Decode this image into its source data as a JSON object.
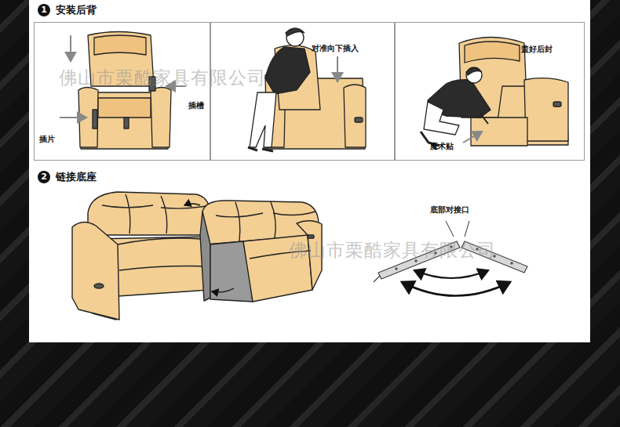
{
  "diagram": {
    "nodes": [
      {
        "text": [
          "插槽",
          "插片"
        ]
      },
      {
        "text": [
          "对准向下插入"
        ]
      },
      {
        "text": [
          "盖好后封",
          "魔术贴"
        ]
      }
    ],
    "labels": [
      "1",
      "安装后背",
      "佛山市栗酷家具有限公司",
      "2",
      "链接底座",
      "底部对接口",
      "佛山市栗酷家具有限公司"
    ]
  }
}
